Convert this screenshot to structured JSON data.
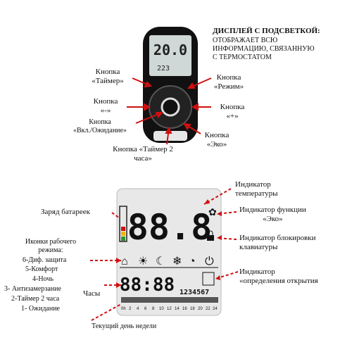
{
  "top": {
    "display_title": "ДИСПЛЕЙ С ПОДСВЕТКОЙ:",
    "display_desc_1": "ОТОБРАЖАЕТ ВСЮ",
    "display_desc_2": "ИНФОРМАЦИЮ, СВЯЗАННУЮ",
    "display_desc_3": "С ТЕРМОСТАТОМ",
    "device_screen_big": "20.0",
    "device_screen_small": "223",
    "btn_timer_1": "Кнопка",
    "btn_timer_2": "«Таймер»",
    "btn_mode_1": "Кнопка",
    "btn_mode_2": "«Режим»",
    "btn_minus_1": "Кнопка",
    "btn_minus_2": "«-»",
    "btn_onoff_1": "Кнопка",
    "btn_onoff_2": "«Вкл./Ожидание»",
    "btn_plus_1": "Кнопка",
    "btn_plus_2": "«+»",
    "btn_timer2_1": "Кнопка «Таймер 2",
    "btn_timer2_2": "часа»",
    "btn_eco_1": "Кнопка",
    "btn_eco_2": "«Эко»"
  },
  "bottom": {
    "battery": "Заряд батареек",
    "temp_ind_1": "Индикатор",
    "temp_ind_2": "температуры",
    "eco_ind_1": "Индикатор функции",
    "eco_ind_2": "«Эко»",
    "lock_ind_1": "Индикатор блокировки",
    "lock_ind_2": "клавиатуры",
    "open_ind_1": "Индикатор",
    "open_ind_2": "«определения открытия",
    "modes_title_1": "Иконки рабочего",
    "modes_title_2": "режима:",
    "mode_6": "6-Диф. защита",
    "mode_5": "5-Комфорт",
    "mode_4": "4-Ночь",
    "mode_3": "3- Антизамерзание",
    "mode_2": "2-Таймер 2 часа",
    "mode_1": "1- Ожидание",
    "clock": "Часы",
    "weekday": "Текущий день недели",
    "lcd_big": "88.8",
    "lcd_clock": "88:88",
    "lcd_days": "1234567",
    "lcd_hours": [
      "0h",
      "2",
      "4",
      "6",
      "8",
      "10",
      "12",
      "14",
      "16",
      "18",
      "20",
      "22",
      "24"
    ]
  },
  "colors": {
    "arrow": "#d01010",
    "lcd_bg": "#e8e8e8",
    "device": "#111111"
  }
}
